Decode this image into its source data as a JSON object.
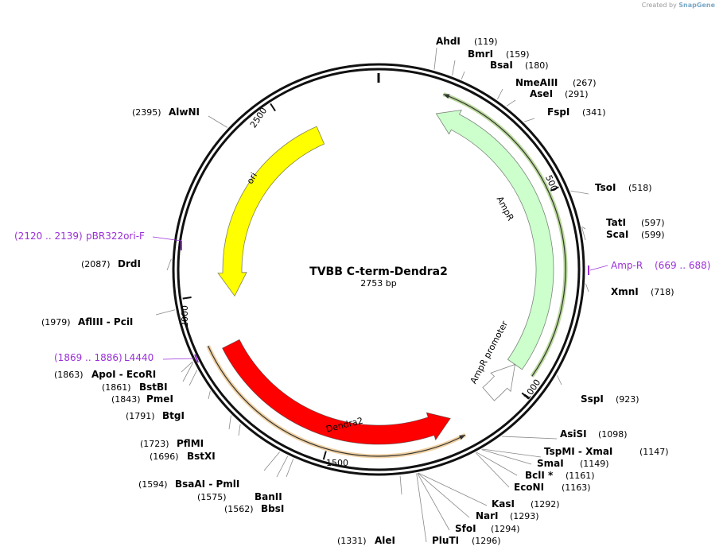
{
  "brand": {
    "prefix": "Created by",
    "name": "SnapGene"
  },
  "plasmid": {
    "name": "TVBB C-term-Dendra2",
    "length_label": "2753 bp",
    "length": 2753
  },
  "ticks": [
    {
      "pos": 500,
      "label": "500"
    },
    {
      "pos": 1000,
      "label": "1000"
    },
    {
      "pos": 1500,
      "label": "1500"
    },
    {
      "pos": 2000,
      "label": "2000"
    },
    {
      "pos": 2500,
      "label": "2500"
    }
  ],
  "features": [
    {
      "name": "AmpR",
      "start": 155,
      "end": 955,
      "direction": "reverse",
      "color": "#ccffcc",
      "label": "AmpR"
    },
    {
      "name": "AmpR promoter",
      "start": 955,
      "end": 1060,
      "direction": "reverse",
      "color": "#ffffff",
      "label": "AmpR promoter"
    },
    {
      "name": "ori",
      "start": 1985,
      "end": 2574,
      "direction": "reverse",
      "color": "#ffff00",
      "label": "ori"
    },
    {
      "name": "Dendra2",
      "start": 1180,
      "end": 1860,
      "direction": "reverse",
      "color": "#ff0000",
      "label": "Dendra2"
    }
  ],
  "orfs": [
    {
      "start": 155,
      "end": 955,
      "direction": "reverse",
      "color": "#66aa22"
    },
    {
      "start": 1165,
      "end": 1880,
      "direction": "reverse",
      "color": "#dd9933"
    }
  ],
  "enzymes": [
    {
      "name": "AhdI",
      "pos_label": "(119)"
    },
    {
      "name": "BmrI",
      "pos_label": "(159)"
    },
    {
      "name": "BsaI",
      "pos_label": "(180)"
    },
    {
      "name": "NmeAIII",
      "pos_label": "(267)"
    },
    {
      "name": "AseI",
      "pos_label": "(291)"
    },
    {
      "name": "FspI",
      "pos_label": "(341)"
    },
    {
      "name": "TsoI",
      "pos_label": "(518)"
    },
    {
      "name": "TatI",
      "pos_label": "(597)"
    },
    {
      "name": "ScaI",
      "pos_label": "(599)"
    },
    {
      "name": "XmnI",
      "pos_label": "(718)"
    },
    {
      "name": "SspI",
      "pos_label": "(923)"
    },
    {
      "name": "AsiSI",
      "pos_label": "(1098)"
    },
    {
      "name": "TspMI  -  XmaI",
      "pos_label": "(1147)"
    },
    {
      "name": "SmaI",
      "pos_label": "(1149)"
    },
    {
      "name": "BclI *",
      "pos_label": "(1161)"
    },
    {
      "name": "EcoNI",
      "pos_label": "(1163)"
    },
    {
      "name": "KasI",
      "pos_label": "(1292)"
    },
    {
      "name": "NarI",
      "pos_label": "(1293)"
    },
    {
      "name": "SfoI",
      "pos_label": "(1294)"
    },
    {
      "name": "PluTI",
      "pos_label": "(1296)"
    },
    {
      "name": "AleI",
      "pos_label": "(1331)"
    },
    {
      "name": "BbsI",
      "pos_label": "(1562)"
    },
    {
      "name": "BanII",
      "pos_label": "(1575)"
    },
    {
      "name": "BsaAI  -  PmlI",
      "pos_label": "(1594)"
    },
    {
      "name": "BstXI",
      "pos_label": "(1696)"
    },
    {
      "name": "PflMI",
      "pos_label": "(1723)"
    },
    {
      "name": "BtgI",
      "pos_label": "(1791)"
    },
    {
      "name": "PmeI",
      "pos_label": "(1843)"
    },
    {
      "name": "BstBI",
      "pos_label": "(1861)"
    },
    {
      "name": "ApoI  -  EcoRI",
      "pos_label": "(1863)"
    },
    {
      "name": "AflIII  -  PciI",
      "pos_label": "(1979)"
    },
    {
      "name": "DrdI",
      "pos_label": "(2087)"
    },
    {
      "name": "AlwNI",
      "pos_label": "(2395)"
    }
  ],
  "primers": [
    {
      "name": "Amp-R",
      "range_label": "(669 .. 688)"
    },
    {
      "name": "L4440",
      "range_label": "(1869 .. 1886)"
    },
    {
      "name": "pBR322ori-F",
      "range_label": "(2120 .. 2139)"
    }
  ]
}
